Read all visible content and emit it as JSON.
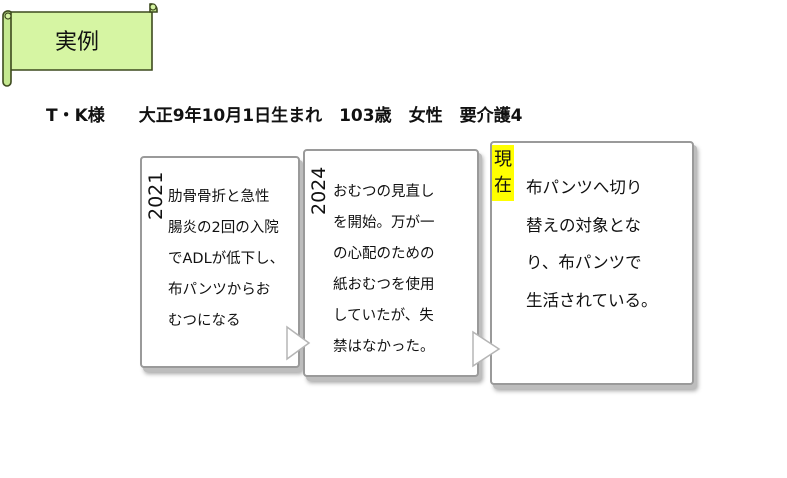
{
  "banner": {
    "label": "実例",
    "fill": "#d6f5a3",
    "border": "#3d4a1e"
  },
  "header": {
    "text": "T・K様　　大正9年10月1日生まれ　103歳　女性　要介護4"
  },
  "cards": [
    {
      "year": "2021",
      "lines": [
        "肋骨骨折と急性",
        "腸炎の2回の入院",
        "でADLが低下し、",
        "布パンツからお",
        "むつになる"
      ]
    },
    {
      "year": "2024",
      "lines": [
        "おむつの見直し",
        "を開始。万が一",
        "の心配のための",
        "紙おむつを使用",
        "していたが、失",
        "禁はなかった。"
      ]
    },
    {
      "year": "現在",
      "year_chars": [
        "現",
        "在"
      ],
      "lines": [
        "布パンツへ切り",
        "替えの対象とな",
        "り、布パンツで",
        "生活されている。"
      ]
    }
  ],
  "highlight": "#ffff00"
}
